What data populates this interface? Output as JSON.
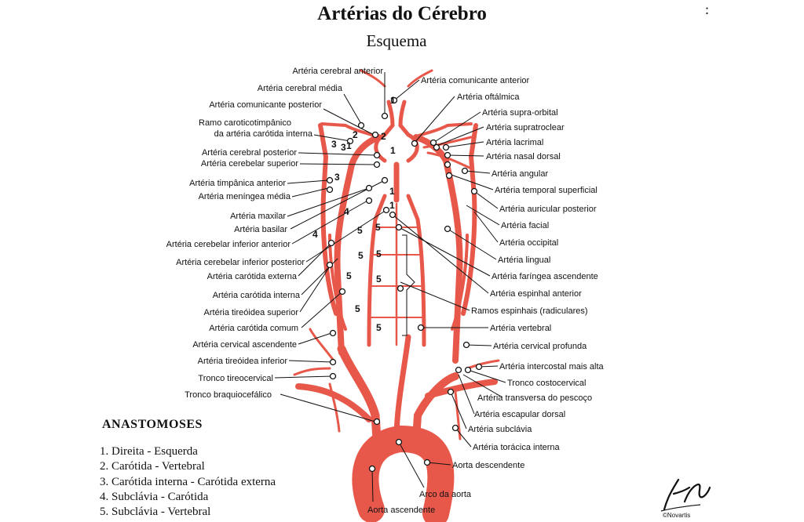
{
  "header": {
    "title": "Artérias do Cérebro",
    "subtitle": "Esquema",
    "stray_mark": ":"
  },
  "labels_left": [
    "Artéria cerebral anterior",
    "Artéria cerebral média",
    "Artéria comunicante posterior",
    "Ramo caroticotimpânico",
    "da artéria carótida interna",
    "Artéria cerebral posterior",
    "Artéria cerebelar superior",
    "Artéria timpânica anterior",
    "Artéria meníngea média",
    "Artéria maxilar",
    "Artéria basilar",
    "Artéria cerebelar inferior anterior",
    "Artéria cerebelar inferior posterior",
    "Artéria carótida externa",
    "Artéria carótida interna",
    "Artéria tireóidea superior",
    "Artéria carótida comum",
    "Artéria cervical ascendente",
    "Artéria tireóidea inferior",
    "Tronco tireocervical",
    "Tronco braquiocefálico"
  ],
  "labels_right": [
    "Artéria comunicante anterior",
    "Artéria oftálmica",
    "Artéria supra-orbital",
    "Artéria supratroclear",
    "Artéria lacrimal",
    "Artéria nasal dorsal",
    "Artéria angular",
    "Artéria temporal superficial",
    "Artéria auricular posterior",
    "Artéria facial",
    "Artéria occipital",
    "Artéria lingual",
    "Artéria faríngea ascendente",
    "Artéria espinhal anterior",
    "Ramos espinhais (radiculares)",
    "Artéria vertebral",
    "Artéria cervical profunda",
    "Artéria intercostal mais alta",
    "Tronco costocervical",
    "Artéria transversa do pescoço",
    "Artéria escapular dorsal",
    "Artéria subclávia",
    "Artéria torácica interna",
    "Aorta descendente"
  ],
  "labels_bottom": [
    "Arco da aorta",
    "Aorta ascendente"
  ],
  "anastomoses": {
    "title": "ANASTOMOSES",
    "items": [
      "1. Direita - Esquerda",
      "2. Carótida - Vertebral",
      "3. Carótida interna - Carótida externa",
      "4. Subclávia - Carótida",
      "5. Subclávia - Vertebral"
    ]
  },
  "diagram_numbers": [
    "1",
    "1",
    "1",
    "1",
    "1",
    "2",
    "2",
    "3",
    "3",
    "3",
    "4",
    "4",
    "5",
    "5",
    "5",
    "5",
    "5",
    "5",
    "5",
    "5"
  ],
  "signature": {
    "text": "©Novartis"
  },
  "colors": {
    "artery": "#e8584a",
    "artery_dark": "#c0392b",
    "line": "#111111",
    "text": "#111111"
  }
}
